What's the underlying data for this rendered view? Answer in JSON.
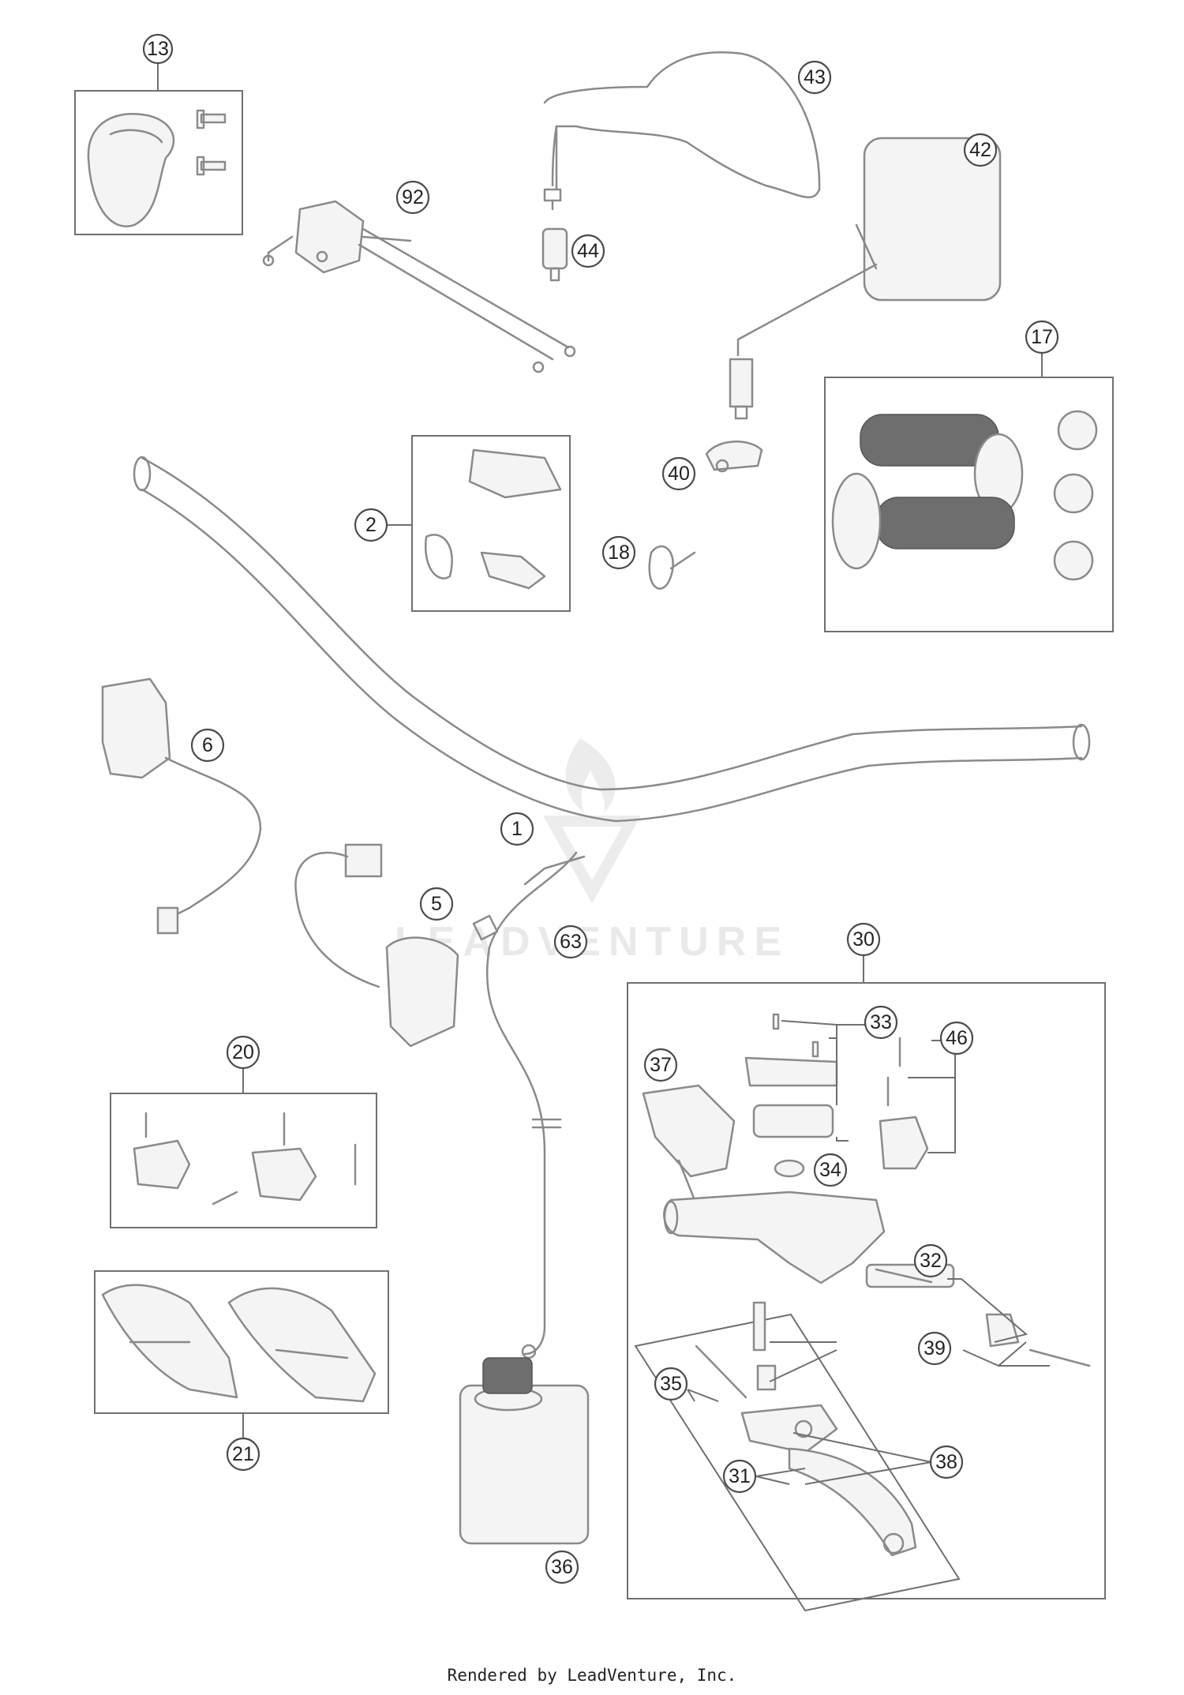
{
  "diagram": {
    "callouts": [
      "1",
      "2",
      "5",
      "6",
      "13",
      "17",
      "18",
      "20",
      "21",
      "30",
      "31",
      "32",
      "33",
      "34",
      "35",
      "36",
      "37",
      "38",
      "39",
      "40",
      "42",
      "43",
      "44",
      "46",
      "63",
      "92"
    ],
    "watermark": "LEADVENTURE",
    "footer": "Rendered by LeadVenture, Inc."
  }
}
